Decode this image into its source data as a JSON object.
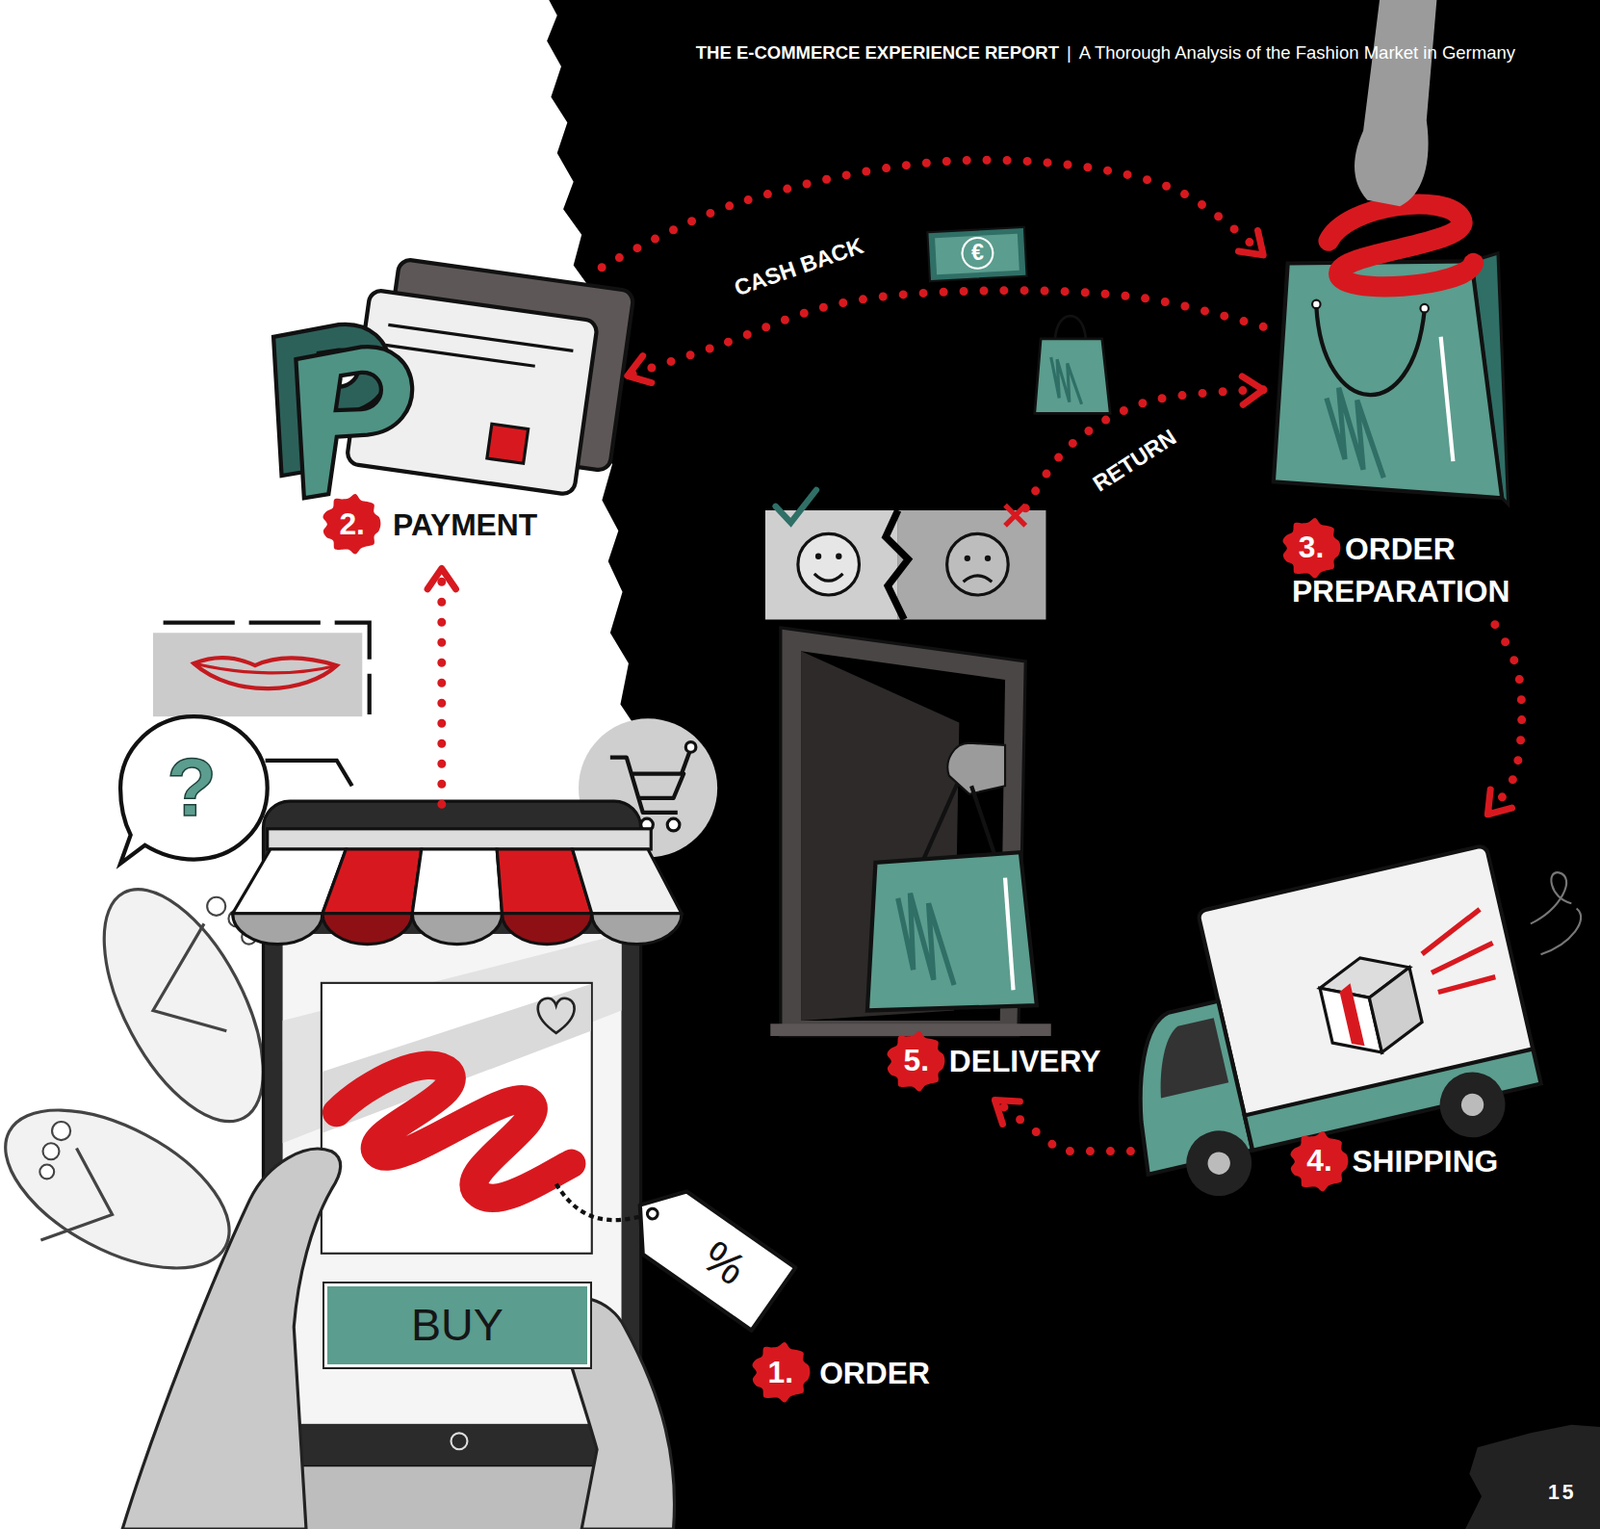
{
  "diagram": {
    "title": "THE E-COMMERCE EXPERIENCE REPORT",
    "nodes": [
      {
        "text": [
          "1.",
          "ORDER"
        ]
      },
      {
        "text": [
          "2.",
          "PAYMENT"
        ]
      },
      {
        "text": [
          "3.",
          "ORDER PREPARATION"
        ]
      },
      {
        "text": [
          "4.",
          "SHIPPING"
        ]
      },
      {
        "text": [
          "5.",
          "DELIVERY"
        ]
      },
      {
        "text": [
          "BUY"
        ]
      }
    ],
    "edges": [
      {
        "from": 0,
        "to": 1,
        "arrow": "to"
      },
      {
        "from": 1,
        "to": 2,
        "arrow": "to"
      },
      {
        "from": 2,
        "to": 3,
        "arrow": "to"
      },
      {
        "from": 3,
        "to": 4,
        "arrow": "to"
      },
      {
        "from": 4,
        "to": 2,
        "label": "RETURN",
        "arrow": "to"
      },
      {
        "from": 2,
        "to": 1,
        "label": "CASH BACK",
        "arrow": "to"
      }
    ],
    "labels": [
      "|",
      "A Thorough Analysis of the Fashion Market in Germany",
      "?",
      "%",
      "€",
      "15"
    ]
  }
}
